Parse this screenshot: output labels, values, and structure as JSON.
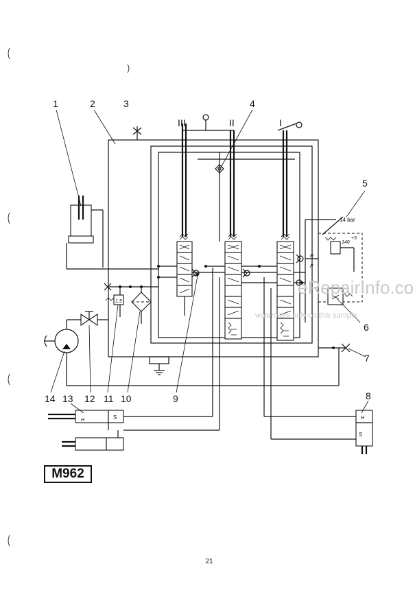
{
  "page_number": "21",
  "model_badge": "M962",
  "watermark": {
    "site": "eRepairInfo.com",
    "text": "watermark only on this sample"
  },
  "callouts": [
    "1",
    "2",
    "3",
    "4",
    "5",
    "6",
    "7",
    "8",
    "9",
    "10",
    "11",
    "12",
    "13",
    "14"
  ],
  "section_marks": [
    "III",
    "II",
    "I"
  ],
  "annotations": {
    "pressure": "14 bar",
    "relief_setting": "140",
    "relief_tolerance": "+5",
    "filter_value": "1.5",
    "port_r": "R",
    "port_p": "P",
    "cyl_13_h": "H",
    "cyl_13_s": "S",
    "cyl_8_h": "H",
    "cyl_8_s": "S"
  }
}
